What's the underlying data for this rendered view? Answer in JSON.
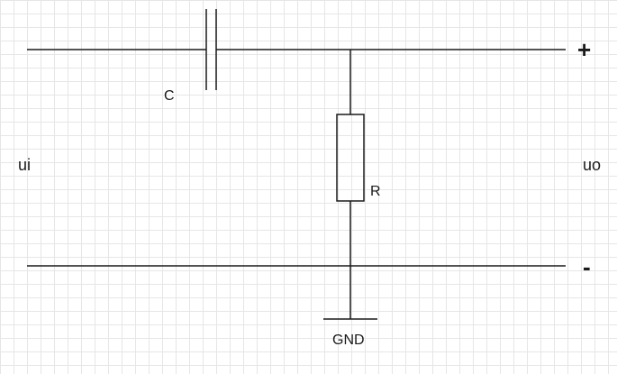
{
  "diagram": {
    "labels": {
      "input": "ui",
      "output": "uo",
      "capacitor": "C",
      "resistor": "R",
      "ground": "GND",
      "plus": "+",
      "minus": "-"
    },
    "colors": {
      "line": "#1a1a1a",
      "grid": "#e6e6e6",
      "background": "#ffffff"
    }
  }
}
